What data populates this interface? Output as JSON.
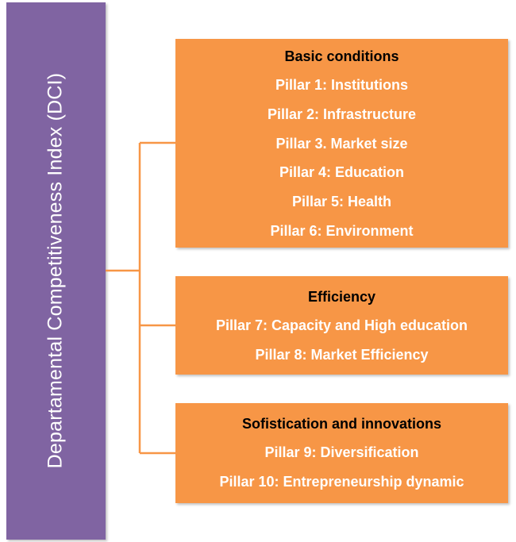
{
  "root": {
    "label": "Departamental Competitiveness Index (DCI)"
  },
  "groups": [
    {
      "title": "Basic conditions",
      "pillars": [
        "Pillar 1: Institutions",
        "Pillar 2: Infrastructure",
        "Pillar 3. Market  size",
        "Pillar 4: Education",
        "Pillar 5: Health",
        "Pillar 6: Environment"
      ]
    },
    {
      "title": "Efficiency",
      "pillars": [
        "Pillar 7: Capacity and High education",
        "Pillar 8: Market Efficiency"
      ]
    },
    {
      "title": "Sofistication and innovations",
      "pillars": [
        "Pillar 9: Diversification",
        "Pillar 10: Entrepreneurship dynamic"
      ]
    }
  ],
  "colors": {
    "root": "#8064a2",
    "group": "#f79646",
    "connector": "#f79646"
  }
}
